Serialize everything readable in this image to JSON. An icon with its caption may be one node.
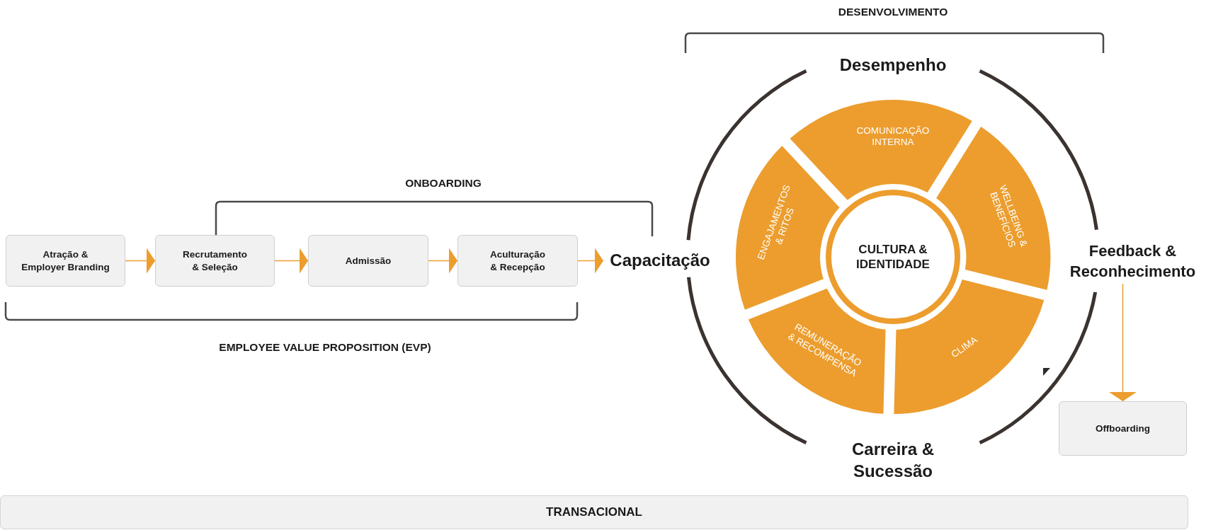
{
  "diagram": {
    "nodes": [
      {
        "text": [
          "Atração & Employer Branding"
        ]
      },
      {
        "text": [
          "Recrutamento & Seleção"
        ]
      },
      {
        "text": [
          "Admissão"
        ]
      },
      {
        "text": [
          "Aculturação & Recepção"
        ]
      },
      {
        "text": [
          "Capacitação"
        ]
      },
      {
        "text": [
          "Desempenho"
        ]
      },
      {
        "text": [
          "COMUNICAÇÃO INTERNA"
        ]
      },
      {
        "text": [
          "ENGAJAMENTOS & RITOS"
        ]
      },
      {
        "text": [
          "WELLBEING & BENEFÍCIOS"
        ]
      },
      {
        "text": [
          "CULTURA & IDENTIDADE"
        ]
      },
      {
        "text": [
          "REMUNERAÇÃO & RECOMPENSA"
        ]
      },
      {
        "text": [
          "CLIMA"
        ]
      },
      {
        "text": [
          "Feedback & Reconhecimento"
        ]
      },
      {
        "text": [
          "Carreira & Sucessão"
        ]
      },
      {
        "text": [
          "Offboarding"
        ]
      },
      {
        "text": [
          "TRANSACIONAL"
        ]
      }
    ],
    "edges": [
      {
        "from": 0,
        "to": 1,
        "arrow": "to"
      },
      {
        "from": 1,
        "to": 2,
        "arrow": "to"
      },
      {
        "from": 2,
        "to": 3,
        "arrow": "to"
      },
      {
        "from": 3,
        "to": 4,
        "arrow": "to"
      },
      {
        "from": 12,
        "to": 14,
        "arrow": "to"
      }
    ],
    "labels": [
      "DESENVOLVIMENTO",
      "ONBOARDING",
      "EMPLOYEE VALUE PROPOSITION (EVP)"
    ]
  }
}
